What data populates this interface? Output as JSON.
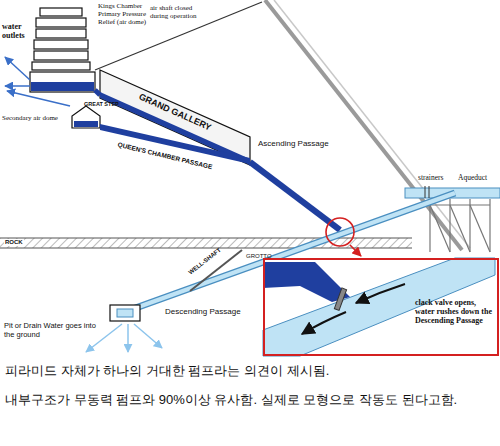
{
  "diagram": {
    "nodes": [
      {
        "text": [
          "clack valve opens, water rushes down the Descending Passage"
        ]
      }
    ],
    "labels": [
      "Kings Chamber Primary Pressure Relief (air dome)",
      "air shaft closed during operation",
      "water outlets",
      "GRAND GALLERY",
      "GREAT STEP",
      "Secondary air dome",
      "QUEEN'S CHAMBER PASSAGE",
      "Ascending Passage",
      "strainers",
      "Aqueduct",
      "ROCK",
      "GROTTO",
      "WELL-SHAFT",
      "Descending Passage",
      "Pit or Drain Water goes into the ground",
      "피라미드 자체가 하나의 거대한 펌프라는 의견이 제시됨.",
      "내부구조가 무동력 펌프와 90%이상 유사함. 실제로 모형으로 작동도 된다고함."
    ]
  }
}
